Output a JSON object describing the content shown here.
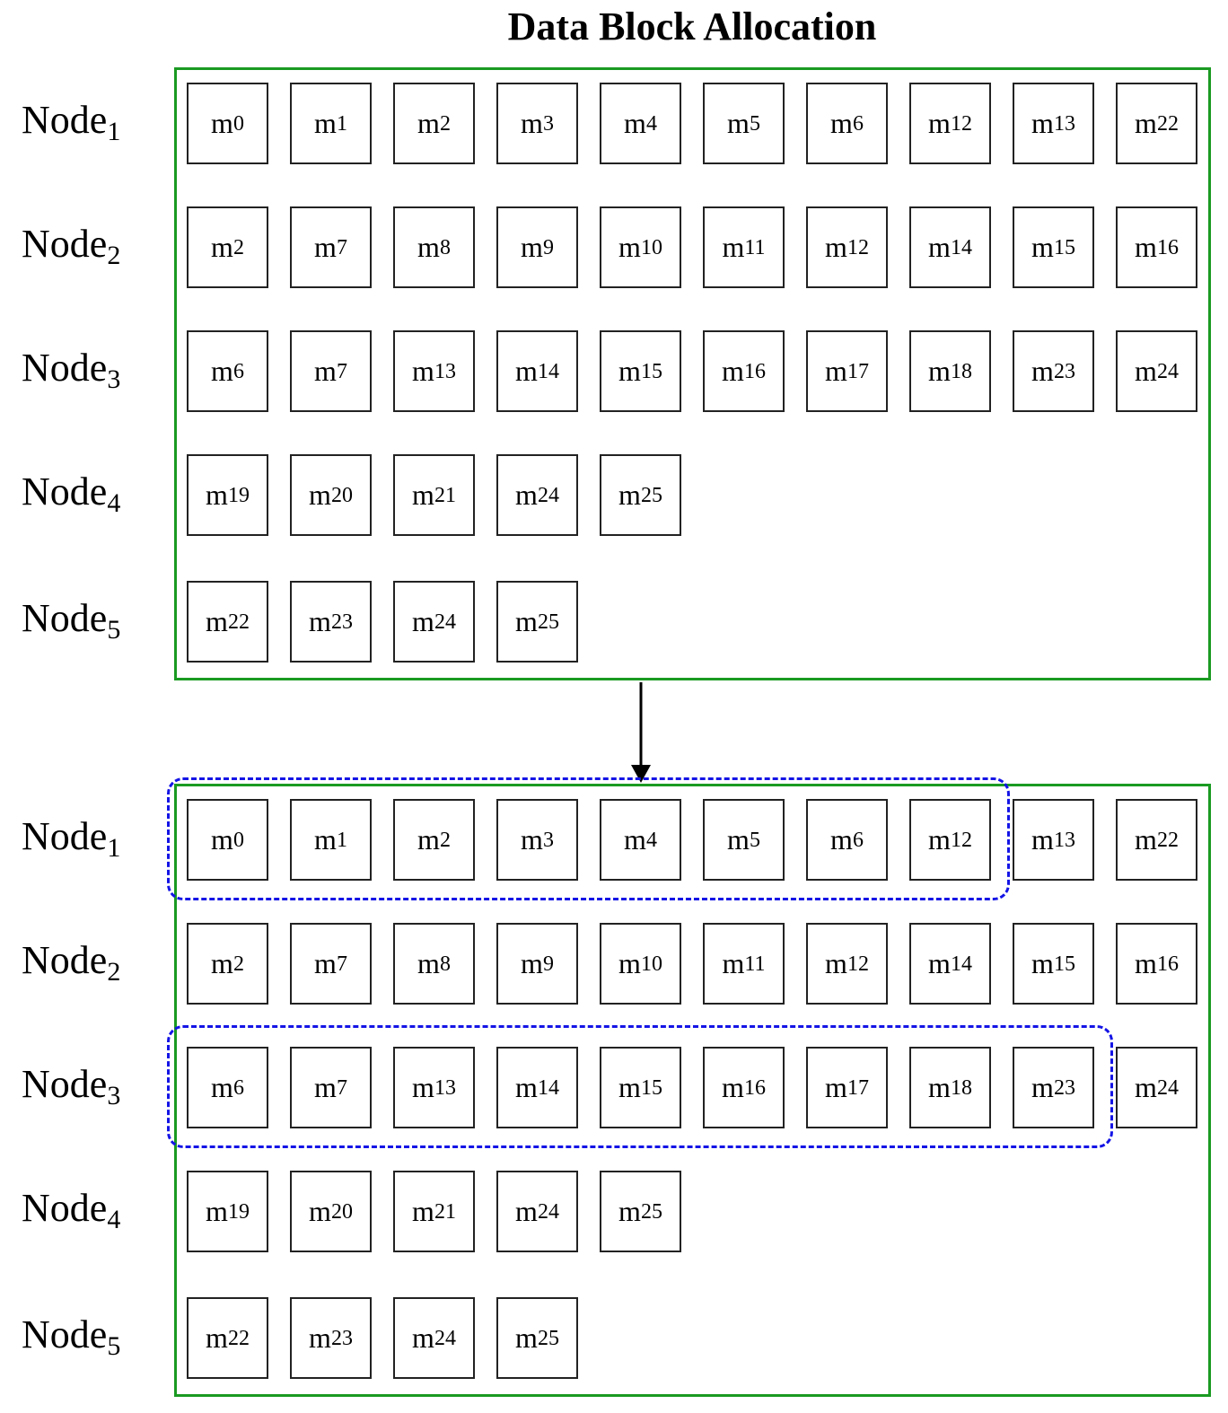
{
  "title": "Data Block Allocation",
  "node_prefix": "Node",
  "block_prefix": "m",
  "colors": {
    "panel_border": "#1a9a22",
    "group_border": "#1414e6",
    "block_border": "#222222"
  },
  "panels": [
    {
      "id": "before",
      "nodes": [
        {
          "index": "1",
          "blocks": [
            "0",
            "1",
            "2",
            "3",
            "4",
            "5",
            "6",
            "12",
            "13",
            "22"
          ]
        },
        {
          "index": "2",
          "blocks": [
            "2",
            "7",
            "8",
            "9",
            "10",
            "11",
            "12",
            "14",
            "15",
            "16"
          ]
        },
        {
          "index": "3",
          "blocks": [
            "6",
            "7",
            "13",
            "14",
            "15",
            "16",
            "17",
            "18",
            "23",
            "24"
          ]
        },
        {
          "index": "4",
          "blocks": [
            "19",
            "20",
            "21",
            "24",
            "25"
          ]
        },
        {
          "index": "5",
          "blocks": [
            "22",
            "23",
            "24",
            "25"
          ]
        }
      ]
    },
    {
      "id": "after",
      "nodes": [
        {
          "index": "1",
          "blocks": [
            "0",
            "1",
            "2",
            "3",
            "4",
            "5",
            "6",
            "12",
            "13",
            "22"
          ],
          "selected_count": 8
        },
        {
          "index": "2",
          "blocks": [
            "2",
            "7",
            "8",
            "9",
            "10",
            "11",
            "12",
            "14",
            "15",
            "16"
          ]
        },
        {
          "index": "3",
          "blocks": [
            "6",
            "7",
            "13",
            "14",
            "15",
            "16",
            "17",
            "18",
            "23",
            "24"
          ],
          "selected_count": 9
        },
        {
          "index": "4",
          "blocks": [
            "19",
            "20",
            "21",
            "24",
            "25"
          ]
        },
        {
          "index": "5",
          "blocks": [
            "22",
            "23",
            "24",
            "25"
          ]
        }
      ]
    }
  ]
}
